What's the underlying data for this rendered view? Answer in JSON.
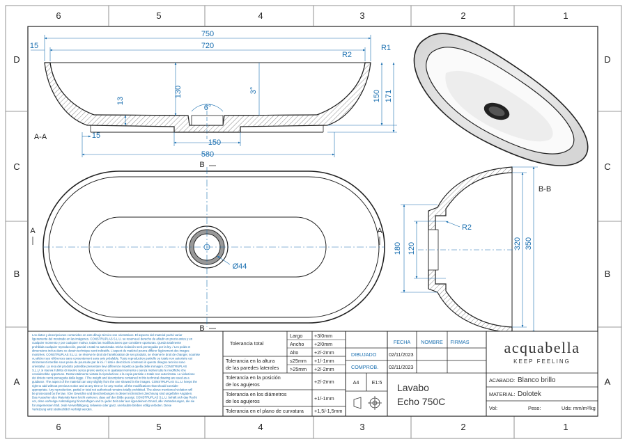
{
  "grid": {
    "columns": [
      "6",
      "5",
      "4",
      "3",
      "2",
      "1"
    ],
    "rows": [
      "D",
      "C",
      "B",
      "A"
    ]
  },
  "section_labels": {
    "aa": "A-A",
    "bb": "B-B",
    "b_marker": "B",
    "a_marker": "A"
  },
  "dimensions": {
    "d750": "750",
    "d720": "720",
    "d15_top": "15",
    "d15_bottom": "15",
    "r2_top": "R2",
    "r1": "R1",
    "d130": "130",
    "d13": "13",
    "d6deg": "6°",
    "d3deg": "3°",
    "d150_vert": "150",
    "d171": "171",
    "d150_horiz": "150",
    "d580": "580",
    "d44": "Ø44",
    "d180": "180",
    "d120": "120",
    "r2_side": "R2",
    "d320": "320",
    "d350": "350"
  },
  "title_block": {
    "disclaimer": [
      "Los datos y descripciones contenidos en este dibujo técnico son orientativos. El aspecto del material podrá variar",
      "ligeramente del mostrado en las imágenes. CONSTRUPLAS S.L.U. se reserva el derecho de añadir en precio antes y en",
      "cualquier momento y por cualquier motivo, todas las modificaciones que considere oportunas. Queda totalmente",
      "prohibida cualquier reproducción, parcial o total no autorizada. Dicha violación será perseguida por la ley. / Les poids et",
      "dimensions inclus dans ce dessin technique sont indicatifs. L'aspect du matériel pourra différer légèrement des images",
      "montrées. CONSTRUPLAS S.L.U. se réserve le droit de l'amélioration de ses produits, se réserve le droit de changer, soumise",
      "ou altérer ses références sans consentement sans avis préalable. Toute reproduction partielle ou totale non autorisée est",
      "strictement interdite sous peine de poursuite par la loi. / I dati e descrizioni contenuti in questo disegno tecnico sono",
      "orientativi. La resa del prodotto potrebbe presentare lievi differenze rispetto a quella delle immagini. CONSTRUPLAS",
      "S.L.U. si riserva il diritto di inserire senza previo avviso e in qualsiasi momento e senza motivo tutte le modifiche che",
      "considerebbe opportune. Resta totalmente vietata la riproduzione o la copia parziale o totale non autorizzata. La violazione",
      "dei divieto verrà perseguita dalla legge. / The weight and descriptions contained in this technical drawing are used as a",
      "guidance. The aspect of the material can vary slightly from the one showed in the images. CONSTRUPLAS S.L.U. keeps the",
      "right to add without previous notice and at any time or for any motive, all the modifications that should consider",
      "appropriate. Any reproduction, partial or total not authorised remains totally prohibited. The above mentioned violation will",
      "be prosecuted by the law. / Die Gewichte und Beschreibungen in dieser technischen Zeichnung sind ungefähre Angaben.",
      "Das Aussehen des Materials kann leicht variieren, dass auf den Bilde gezeigt. CONSTRUPLAS S.L.U. behält sich das Recht",
      "vor, ohne vorherige Ankündigung hinzuzufügen und zu jeder Zeit oder aus irgendeinem Grund, alle Veränderungen, die sie",
      "für angemessen hält. Jede Vervielfältigung, teilweise oder ganz, unerlaubte bleiben völlig verboten. Diese",
      "Verletzung wird strafrechtlich verfolgt werden."
    ],
    "tolerances": {
      "total_label": "Tolerancia total",
      "largo": "Largo",
      "largo_val": "+3/0mm",
      "ancho": "Ancho",
      "ancho_val": "+2/0mm",
      "alto": "Alto",
      "alto_val": "+2/-2mm",
      "walls_label_1": "Tolerancia en la altura",
      "walls_label_2": "de las paredes laterales",
      "le25": "≤25mm",
      "le25_val": "+1/-1mm",
      "gt25": ">25mm",
      "gt25_val": "+2/-2mm",
      "pos_label_1": "Tolerancia en la posición",
      "pos_label_2": "de los agujeros",
      "pos_val": "+2/-2mm",
      "diam_label_1": "Tolerancia en los diámetros",
      "diam_label_2": "de los agujeros",
      "diam_val": "+1/-1mm",
      "curv_label": "Tolerancia en el plano de curvatura",
      "curv_val": "+1,5/-1,5mm"
    },
    "headers": {
      "fecha": "FECHA",
      "nombre": "NOMBRE",
      "firmas": "FIRMAS"
    },
    "dibujado": "DIBUJADO",
    "dibujado_date": "02/11/2023",
    "comprob": "COMPROB.",
    "comprob_date": "02/11/2023",
    "paper": "A4",
    "scale": "E1:5",
    "title_1": "Lavabo",
    "title_2": "Echo 750C",
    "brand": "acquabella",
    "tagline": "KEEP FEELING",
    "acabado_label": "ACABADO:",
    "acabado_value": "Blanco brillo",
    "material_label": "MATERIAL:",
    "material_value": "Dolotek",
    "vol_label": "Vol:",
    "peso_label": "Peso:",
    "uds_label": "Uds: mm/m²/kg"
  }
}
